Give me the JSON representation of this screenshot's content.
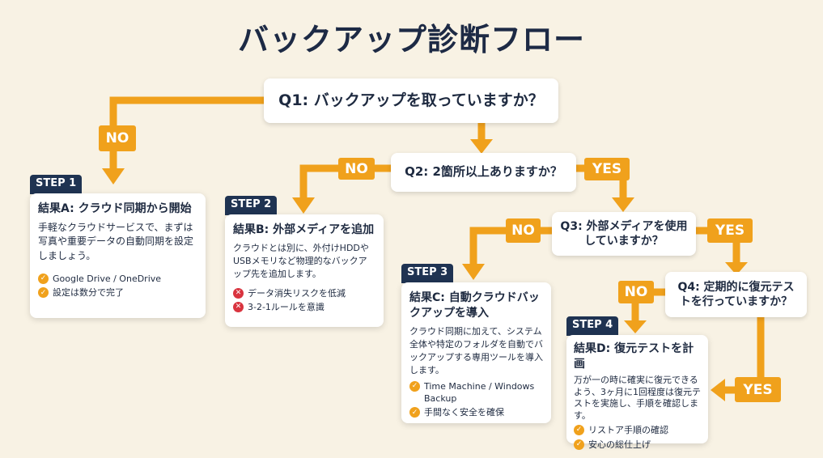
{
  "title": "バックアップ診断フロー",
  "questions": {
    "q1": "Q1: バックアップを取っていますか？",
    "q2": "Q2: 2箇所以上ありますか？",
    "q3": "Q3: 外部メディアを使用していますか？",
    "q4": "Q4: 定期的に復元テストを行っていますか？"
  },
  "labels": {
    "no": "NO",
    "yes": "YES"
  },
  "colors": {
    "accent": "#f0a11c",
    "navy": "#1f3352",
    "background": "#f8f2e4"
  },
  "steps": [
    {
      "badge": "STEP 1",
      "title": "結果A: クラウド同期から開始",
      "desc": "手軽なクラウドサービスで、まずは写真や重要データの自動同期を設定しましょう。",
      "items": [
        {
          "icon": "check-icon",
          "text": "Google Drive / OneDrive"
        },
        {
          "icon": "check-icon",
          "text": "設定は数分で完了"
        }
      ]
    },
    {
      "badge": "STEP 2",
      "title": "結果B: 外部メディアを追加",
      "desc": "クラウドとは別に、外付けHDDやUSBメモリなど物理的なバックアップ先を追加します。",
      "items": [
        {
          "icon": "x-icon",
          "text": "データ消失リスクを低減"
        },
        {
          "icon": "x-icon",
          "text": "3-2-1ルールを意識"
        }
      ]
    },
    {
      "badge": "STEP 3",
      "title": "結果C: 自動クラウドバックアップを導入",
      "desc": "クラウド同期に加えて、システム全体や特定のフォルダを自動でバックアップする専用ツールを導入します。",
      "items": [
        {
          "icon": "check-icon",
          "text": "Time Machine / Windows Backup"
        },
        {
          "icon": "check-icon",
          "text": "手間なく安全を確保"
        }
      ]
    },
    {
      "badge": "STEP 4",
      "title": "結果D: 復元テストを計画",
      "desc": "万が一の時に確実に復元できるよう、3ヶ月に1回程度は復元テストを実施し、手順を確認します。",
      "items": [
        {
          "icon": "check-icon",
          "text": "リストア手順の確認"
        },
        {
          "icon": "check-icon",
          "text": "安心の総仕上げ"
        }
      ]
    }
  ]
}
